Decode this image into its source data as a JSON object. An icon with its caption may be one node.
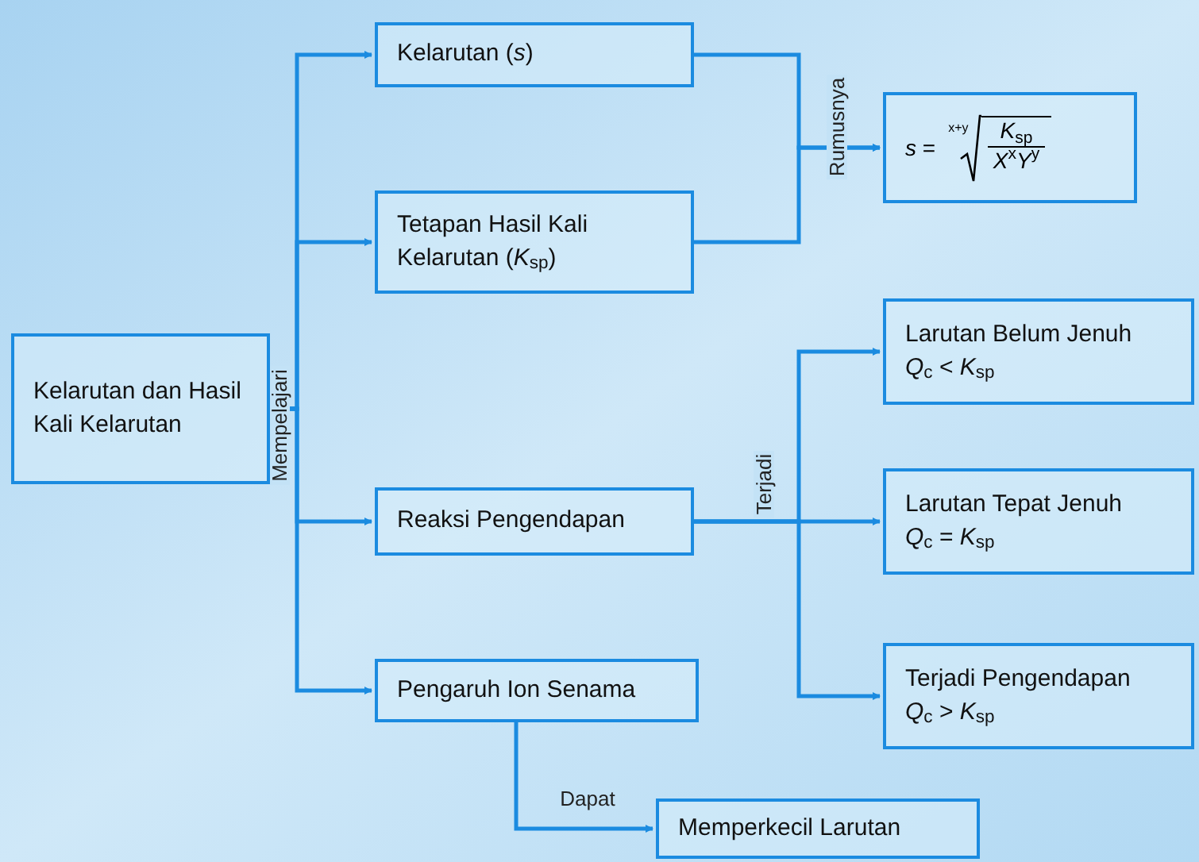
{
  "diagram": {
    "nodes": [
      {
        "text": [
          "Kelarutan dan Hasil Kali Kelarutan"
        ]
      },
      {
        "text": [
          "Kelarutan (*s*)"
        ]
      },
      {
        "text": [
          "Tetapan Hasil Kali Kelarutan (*K*$_{sp}$)"
        ]
      },
      {
        "text": [
          "*s* =",
          "x+y",
          "*K*$_{sp}$",
          "*X*$^{x}$*Y*$^{y}$"
        ]
      },
      {
        "text": [
          "Reaksi Pengendapan"
        ]
      },
      {
        "text": [
          "Pengaruh Ion Senama"
        ]
      },
      {
        "text": [
          "Larutan Belum Jenuh",
          "*Q*$_{c}$ < *K*$_{sp}$"
        ]
      },
      {
        "text": [
          "Larutan Tepat Jenuh",
          "*Q*$_{c}$ = *K*$_{sp}$"
        ]
      },
      {
        "text": [
          "Terjadi Pengendapan",
          "*Q*$_{c}$ > *K*$_{sp}$"
        ]
      },
      {
        "text": [
          "Memperkecil Larutan"
        ]
      }
    ],
    "edges": [
      {
        "from": 0,
        "to": 1,
        "arrow": "to"
      },
      {
        "from": 0,
        "to": 2,
        "arrow": "to"
      },
      {
        "from": 0,
        "to": 4,
        "arrow": "to",
        "label": "Mempelajari"
      },
      {
        "from": 0,
        "to": 5,
        "arrow": "to"
      },
      {
        "from": 1,
        "to": 3,
        "arrow": "to",
        "label": "Rumusnya"
      },
      {
        "from": 2,
        "to": 3,
        "arrow": "to"
      },
      {
        "from": 4,
        "to": 6,
        "arrow": "to"
      },
      {
        "from": 4,
        "to": 7,
        "arrow": "to",
        "label": "Terjadi"
      },
      {
        "from": 4,
        "to": 8,
        "arrow": "to"
      },
      {
        "from": 5,
        "to": 9,
        "arrow": "to",
        "label": "Dapat"
      }
    ]
  }
}
